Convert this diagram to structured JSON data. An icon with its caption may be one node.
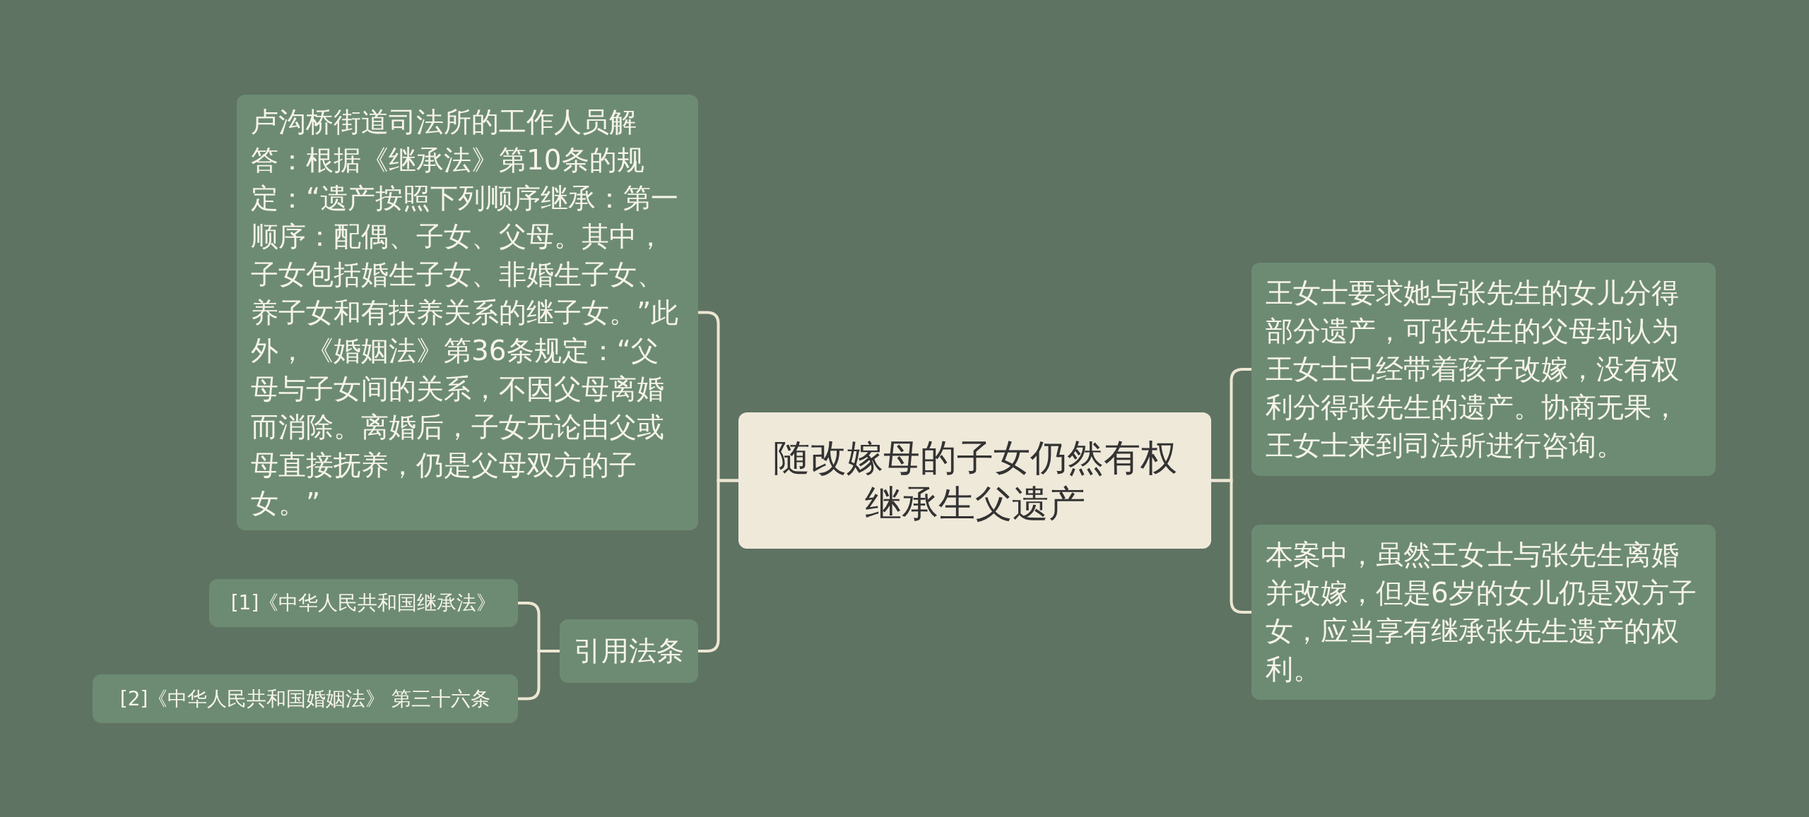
{
  "diagram": {
    "nodes": [
      {
        "text": [
          "随改嫁母的子女仍然有权继承生父遗产"
        ]
      },
      {
        "text": [
          "卢沟桥街道司法所的工作人员解答：根据《继承法》第10条的规定：“遗产按照下列顺序继承：第一顺序：配偶、子女、父母。其中，子女包括婚生子女、非婚生子女、养子女和有扶养关系的继子女。”此外，《婚姻法》第36条规定：“父母与子女间的关系，不因父母离婚而消除。离婚后，子女无论由父或母直接抚养，仍是父母双方的子女。”"
        ]
      },
      {
        "text": [
          "引用法条"
        ]
      },
      {
        "text": [
          "[1]《中华人民共和国继承法》"
        ]
      },
      {
        "text": [
          "[2]《中华人民共和国婚姻法》 第三十六条"
        ]
      },
      {
        "text": [
          "王女士要求她与张先生的女儿分得部分遗产，可张先生的父母却认为王女士已经带着孩子改嫁，没有权利分得张先生的遗产。协商无果，王女士来到司法所进行咨询。"
        ]
      },
      {
        "text": [
          "本案中，虽然王女士与张先生离婚并改嫁，但是6岁的女儿仍是双方子女，应当享有继承张先生遗产的权利。"
        ]
      }
    ],
    "edges": [
      {
        "from": 0,
        "to": 1,
        "arrow": "none"
      },
      {
        "from": 0,
        "to": 2,
        "arrow": "none"
      },
      {
        "from": 2,
        "to": 3,
        "arrow": "none"
      },
      {
        "from": 2,
        "to": 4,
        "arrow": "none"
      },
      {
        "from": 0,
        "to": 5,
        "arrow": "none"
      },
      {
        "from": 0,
        "to": 6,
        "arrow": "none"
      }
    ]
  }
}
